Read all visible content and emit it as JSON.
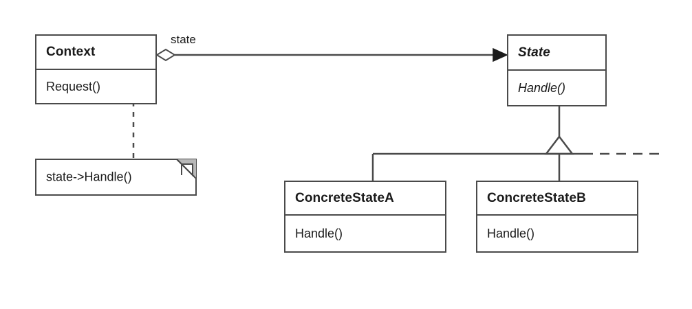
{
  "diagram": {
    "type": "uml-class-diagram",
    "pattern_name": "State",
    "background_color": "#ffffff",
    "line_color": "#4a4a4a",
    "text_color": "#1a1a1a",
    "note_fold_color": "#b0b0b0"
  },
  "classes": [
    {
      "id": "context",
      "name": "Context",
      "abstract": false,
      "operations": [
        "Request()"
      ]
    },
    {
      "id": "state",
      "name": "State",
      "abstract": true,
      "operations": [
        "Handle()"
      ]
    },
    {
      "id": "concrete-state-a",
      "name": "ConcreteStateA",
      "abstract": false,
      "operations": [
        "Handle()"
      ]
    },
    {
      "id": "concrete-state-b",
      "name": "ConcreteStateB",
      "abstract": false,
      "operations": [
        "Handle()"
      ]
    }
  ],
  "notes": [
    {
      "id": "request-note",
      "text": "state->Handle()",
      "attached_to": "Context::Request()"
    }
  ],
  "relationships": [
    {
      "id": "context-state-aggregation",
      "kind": "aggregation",
      "from": "Context",
      "to": "State",
      "role_label": "state",
      "source_decoration": "hollow-diamond",
      "target_decoration": "filled-arrow"
    },
    {
      "id": "concrete-a-generalization",
      "kind": "generalization",
      "from": "ConcreteStateA",
      "to": "State",
      "target_decoration": "hollow-triangle"
    },
    {
      "id": "concrete-b-generalization",
      "kind": "generalization",
      "from": "ConcreteStateB",
      "to": "State",
      "target_decoration": "hollow-triangle"
    },
    {
      "id": "request-note-link",
      "kind": "note-anchor",
      "from": "Context::Request()",
      "to": "state->Handle()",
      "style": "dashed",
      "source_decoration": "lollipop-circle"
    }
  ],
  "labels": {
    "state_role": "state"
  }
}
